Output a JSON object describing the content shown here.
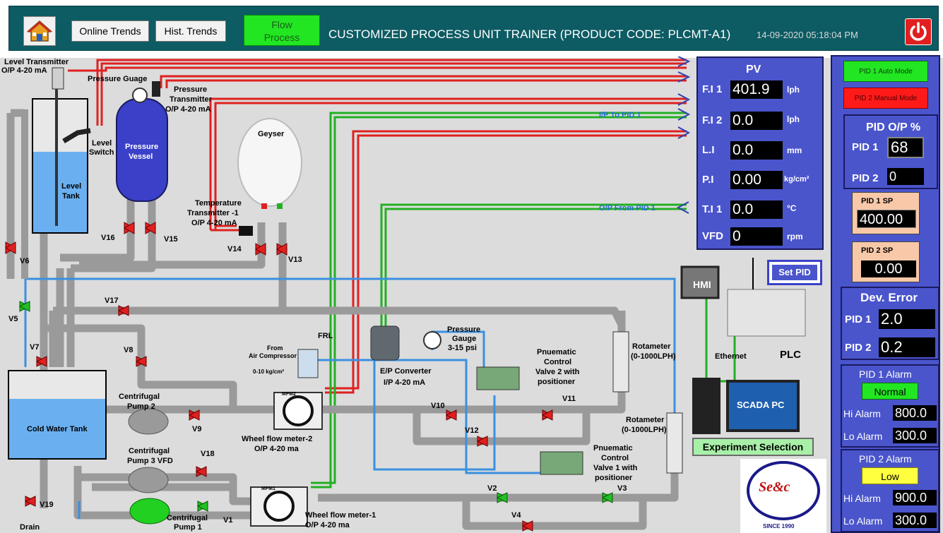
{
  "header": {
    "online_trends": "Online Trends",
    "hist_trends": "Hist. Trends",
    "flow_process_line1": "Flow",
    "flow_process_line2": "Process",
    "title": "CUSTOMIZED PROCESS UNIT TRAINER (PRODUCT CODE: PLCMT-A1)",
    "datetime": "14-09-2020  05:18:04 PM"
  },
  "labels": {
    "level_transmitter": "Level Transmitter",
    "level_transmitter_op": "O/P 4-20 mA",
    "pressure_guage": "Pressure Guage",
    "pressure_transmitter_1": "Pressure",
    "pressure_transmitter_2": "Transmitter",
    "pressure_transmitter_3": "O/P 4-20 mA",
    "level_switch_1": "Level",
    "level_switch_2": "Switch",
    "pressure_vessel_1": "Pressure",
    "pressure_vessel_2": "Vessel",
    "level_tank_1": "Level",
    "level_tank_2": "Tank",
    "geyser": "Geyser",
    "temp_tx_1": "Temperature",
    "temp_tx_2": "Transmitter -1",
    "temp_tx_3": "O/P 4-20 mA",
    "ip_to_pid1": "I/P To PID 1",
    "op_from_pid1": "O/P From PID 1",
    "v6": "V6",
    "v16": "V16",
    "v15": "V15",
    "v14": "V14",
    "v13": "V13",
    "v17": "V17",
    "v5": "V5",
    "v7": "V7",
    "v8": "V8",
    "v9": "V9",
    "v10": "V10",
    "v11": "V11",
    "v12": "V12",
    "v18": "V18",
    "v1": "V1",
    "v2": "V2",
    "v3": "V3",
    "v4": "V4",
    "v19": "V19",
    "frl": "FRL",
    "from_air_1": "From",
    "from_air_2": "Air Compressor",
    "from_air_3": "0-10 kg/cm²",
    "ep_converter_1": "E/P Converter",
    "ep_converter_2": "I/P 4-20 mA",
    "pressure_gauge_1": "Pressure",
    "pressure_gauge_2": "Gauge",
    "pressure_gauge_3": "3-15 psi",
    "pcv2_1": "Pnuematic",
    "pcv2_2": "Control",
    "pcv2_3": "Valve 2 with",
    "pcv2_4": "positioner",
    "pcv1_1": "Pnuematic",
    "pcv1_2": "Control",
    "pcv1_3": "Valve 1 with",
    "pcv1_4": "positioner",
    "rotameter1_1": "Rotameter",
    "rotameter1_2": "(0-1000LPH)",
    "rotameter2_1": "Rotameter",
    "rotameter2_2": "(0-1000LPH)",
    "cold_water_tank": "Cold Water Tank",
    "cpump2_1": "Centrifugal",
    "cpump2_2": "Pump 2",
    "cpump3_1": "Centrifugal",
    "cpump3_2": "Pump 3 VFD",
    "cpump1_1": "Centrifugal",
    "cpump1_2": "Pump 1",
    "wfm2_1": "Wheel flow meter-2",
    "wfm2_2": "O/P 4-20 ma",
    "wfm1_1": "Wheel flow meter-1",
    "wfm1_2": "O/P 4-20 ma",
    "drain": "Drain",
    "hmi": "HMI",
    "ethernet": "Ethernet",
    "plc": "PLC",
    "scada_pc": "SCADA PC",
    "mfm2": "MFM2",
    "mfm1": "MFM1",
    "logo_text": "Se&c",
    "logo_since": "SINCE 1990"
  },
  "buttons": {
    "set_pid": "Set PID",
    "experiment_selection": "Experiment Selection",
    "pid1_auto": "PID 1 Auto Mode",
    "pid2_manual": "PID 2 Manual Mode"
  },
  "pv": {
    "title": "PV",
    "rows": [
      {
        "label": "F.I 1",
        "value": "401.9",
        "unit": "lph"
      },
      {
        "label": "F.I 2",
        "value": "0.0",
        "unit": "lph"
      },
      {
        "label": "L.I",
        "value": "0.0",
        "unit": "mm"
      },
      {
        "label": "P.I",
        "value": "0.00",
        "unit": "kg/cm²"
      },
      {
        "label": "T.I 1",
        "value": "0.0",
        "unit": "°C"
      },
      {
        "label": "VFD",
        "value": "0",
        "unit": "rpm"
      }
    ]
  },
  "pid_op": {
    "title": "PID O/P %",
    "pid1_label": "PID 1",
    "pid1_value": "68",
    "pid2_label": "PID 2",
    "pid2_value": "0"
  },
  "setpoints": {
    "pid1_sp_label": "PID 1 SP",
    "pid1_sp_value": "400.00",
    "pid2_sp_label": "PID 2 SP",
    "pid2_sp_value": "0.00"
  },
  "dev_error": {
    "title": "Dev. Error",
    "pid1_label": "PID 1",
    "pid1_value": "2.0",
    "pid2_label": "PID 2",
    "pid2_value": "0.2"
  },
  "pid1_alarm": {
    "title": "PID 1 Alarm",
    "status": "Normal",
    "hi_label": "Hi Alarm",
    "hi_value": "800.0",
    "lo_label": "Lo Alarm",
    "lo_value": "300.0"
  },
  "pid2_alarm": {
    "title": "PID 2 Alarm",
    "status": "Low",
    "hi_label": "Hi Alarm",
    "hi_value": "900.0",
    "lo_label": "Lo Alarm",
    "lo_value": "300.0"
  },
  "colors": {
    "header_bg": "#0d5b63",
    "panel_blue": "#4a55cc",
    "signal_red": "#e02020",
    "signal_green": "#22b022",
    "pipe_gray": "#c8c8c8",
    "water_blue": "#5aa8e8",
    "auto_green": "#22e622",
    "manual_red": "#ff1a1a"
  }
}
